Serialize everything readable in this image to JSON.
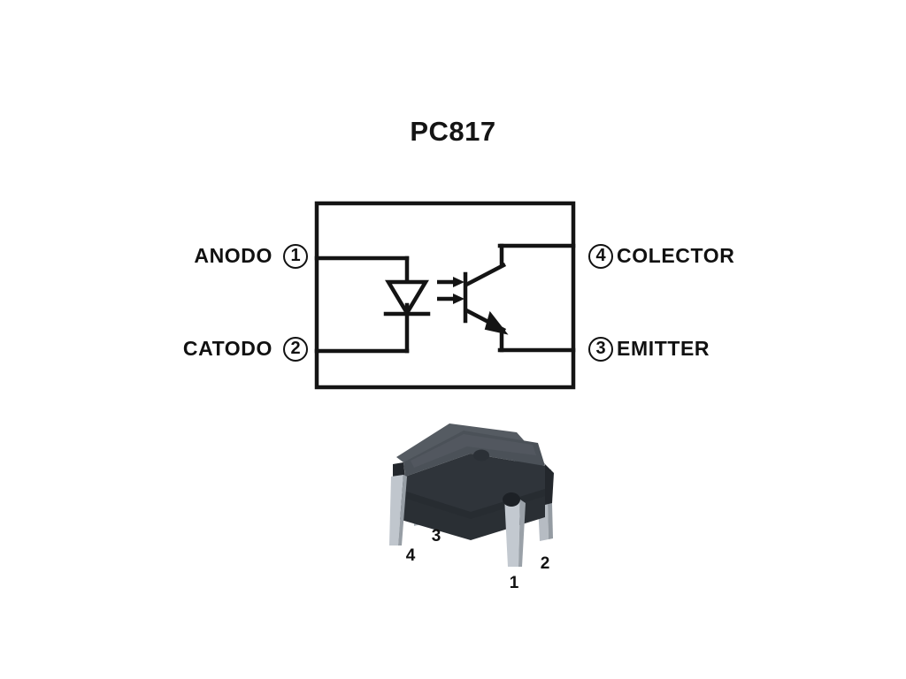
{
  "document": {
    "title": "PC817",
    "background_color": "#ffffff",
    "ink_color": "#111111"
  },
  "schematic": {
    "component_name": "PC817",
    "type": "optocoupler-schematic",
    "outer_box": {
      "label": "ic-package-outline"
    },
    "emitter_side": {
      "symbol": "led",
      "light_arrows": 2
    },
    "detector_side": {
      "symbol": "npn-phototransistor"
    },
    "pins": [
      {
        "number": "1",
        "label": "ANODO",
        "side": "left",
        "row": "top"
      },
      {
        "number": "2",
        "label": "CATODO",
        "side": "left",
        "row": "bottom"
      },
      {
        "number": "3",
        "label": "EMITTER",
        "side": "right",
        "row": "bottom"
      },
      {
        "number": "4",
        "label": "COLECTOR",
        "side": "right",
        "row": "top"
      }
    ]
  },
  "package_photo": {
    "description": "DIP-4 through-hole optocoupler package",
    "body_color": "#2b2f34",
    "body_top_color": "#4a5057",
    "lead_color": "#b9bfc6",
    "pin1_dot": true,
    "lead_numbers": [
      {
        "number": "1",
        "position": "front-right"
      },
      {
        "number": "2",
        "position": "back-right"
      },
      {
        "number": "3",
        "position": "back-left"
      },
      {
        "number": "4",
        "position": "front-left"
      }
    ]
  }
}
